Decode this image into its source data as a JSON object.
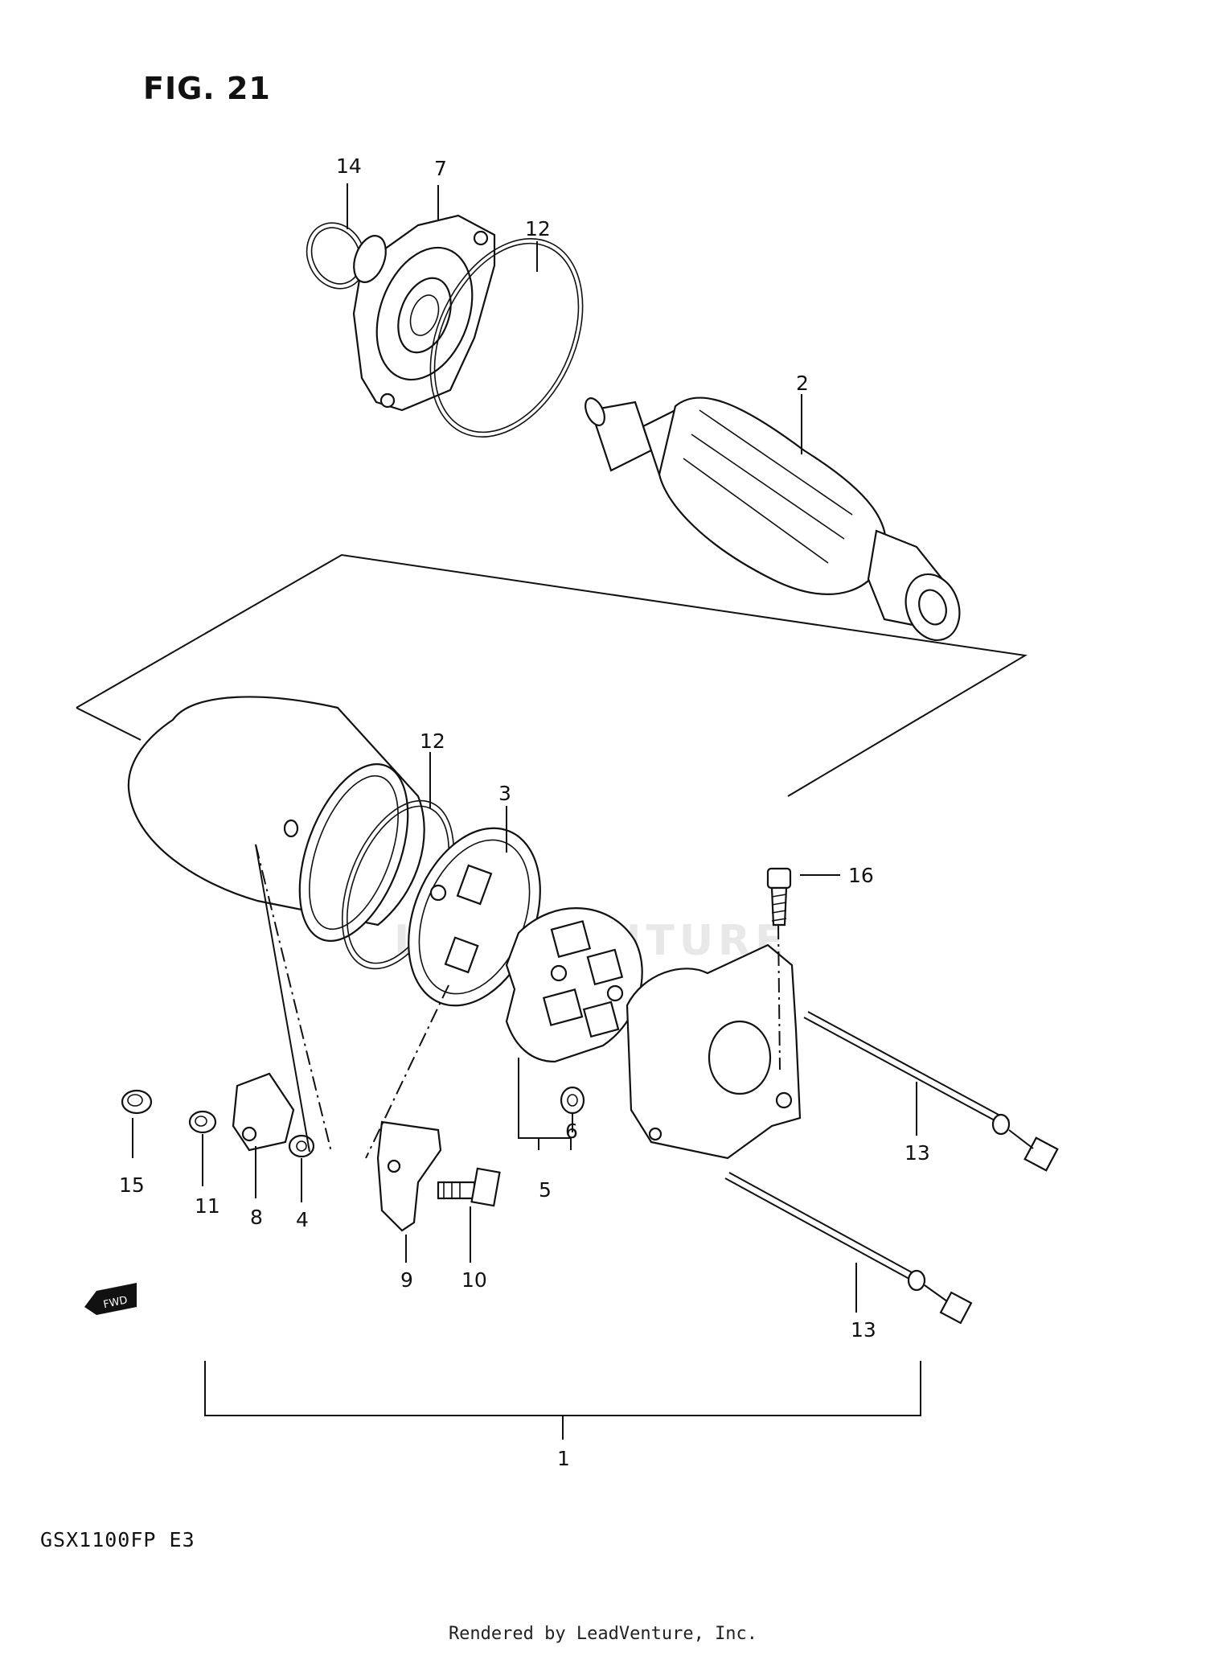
{
  "figure": {
    "title": "FIG. 21"
  },
  "model_code": "GSX1100FP  E3",
  "footer": "Rendered by LeadVenture, Inc.",
  "watermark": {
    "text": "LEADVENTURE"
  },
  "fwd_marker": "FWD",
  "callouts": [
    {
      "id": "c14",
      "label": "14"
    },
    {
      "id": "c7",
      "label": "7"
    },
    {
      "id": "c12a",
      "label": "12"
    },
    {
      "id": "c2",
      "label": "2"
    },
    {
      "id": "c12b",
      "label": "12"
    },
    {
      "id": "c3",
      "label": "3"
    },
    {
      "id": "c16",
      "label": "16"
    },
    {
      "id": "c15",
      "label": "15"
    },
    {
      "id": "c11",
      "label": "11"
    },
    {
      "id": "c8",
      "label": "8"
    },
    {
      "id": "c4",
      "label": "4"
    },
    {
      "id": "c6",
      "label": "6"
    },
    {
      "id": "c5",
      "label": "5"
    },
    {
      "id": "c9",
      "label": "9"
    },
    {
      "id": "c10",
      "label": "10"
    },
    {
      "id": "c13a",
      "label": "13"
    },
    {
      "id": "c13b",
      "label": "13"
    },
    {
      "id": "c1",
      "label": "1"
    }
  ]
}
